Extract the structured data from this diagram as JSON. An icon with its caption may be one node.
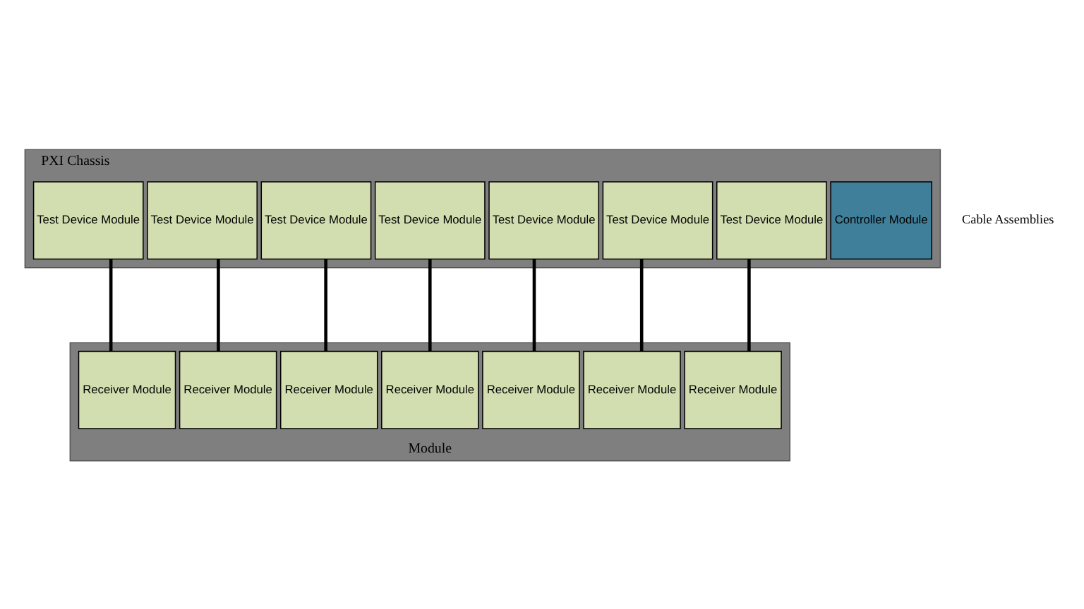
{
  "diagram": {
    "nodes": [
      {
        "text": [
          "PXI Chassis"
        ]
      },
      {
        "text": [
          "Controller Module"
        ],
        "in": 0
      },
      {
        "text": [
          "Test Device Module"
        ],
        "in": 0
      },
      {
        "text": [
          "Test Device Module"
        ],
        "in": 0
      },
      {
        "text": [
          "Test Device Module"
        ],
        "in": 0
      },
      {
        "text": [
          "Test Device Module"
        ],
        "in": 0
      },
      {
        "text": [
          "Test Device Module"
        ],
        "in": 0
      },
      {
        "text": [
          "Test Device Module"
        ],
        "in": 0
      },
      {
        "text": [
          "Test Device Module"
        ],
        "in": 0
      },
      {
        "text": [
          "Module"
        ]
      },
      {
        "text": [
          "Receiver Module"
        ],
        "in": 9
      },
      {
        "text": [
          "Receiver Module"
        ],
        "in": 9
      },
      {
        "text": [
          "Receiver Module"
        ],
        "in": 9
      },
      {
        "text": [
          "Receiver Module"
        ],
        "in": 9
      },
      {
        "text": [
          "Receiver Module"
        ],
        "in": 9
      },
      {
        "text": [
          "Receiver Module"
        ],
        "in": 9
      },
      {
        "text": [
          "Receiver Module"
        ],
        "in": 9
      }
    ],
    "edges": [
      {
        "from": 2,
        "to": 10,
        "arrow": "none"
      },
      {
        "from": 3,
        "to": 11,
        "arrow": "none"
      },
      {
        "from": 4,
        "to": 12,
        "arrow": "none"
      },
      {
        "from": 5,
        "to": 13,
        "arrow": "none"
      },
      {
        "from": 6,
        "to": 14,
        "arrow": "none"
      },
      {
        "from": 7,
        "to": 15,
        "arrow": "none"
      },
      {
        "from": 8,
        "to": 16,
        "arrow": "none"
      }
    ],
    "labels": [
      "Cable Assemblies"
    ]
  }
}
